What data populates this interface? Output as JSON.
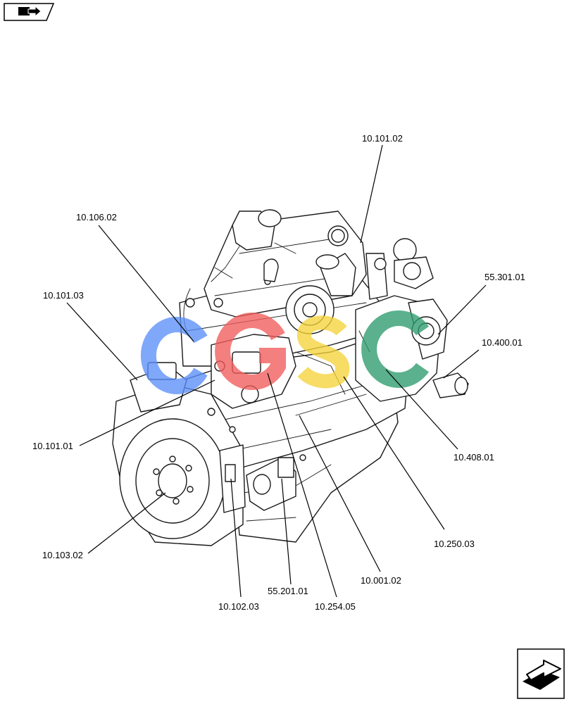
{
  "nav": {
    "top_icon": "book-arrow-icon",
    "bottom_icon": "next-page-arrow-icon"
  },
  "watermark": {
    "letters": [
      "C",
      "G",
      "S",
      "C"
    ],
    "colors": [
      "#5b8ff9",
      "#f25c5c",
      "#f5d33a",
      "#2e9c6e"
    ]
  },
  "callouts": [
    {
      "id": "c1",
      "label": "10.101.02"
    },
    {
      "id": "c2",
      "label": "10.106.02"
    },
    {
      "id": "c3",
      "label": "10.101.03"
    },
    {
      "id": "c4",
      "label": "55.301.01"
    },
    {
      "id": "c5",
      "label": "10.400.01"
    },
    {
      "id": "c6",
      "label": "10.101.01"
    },
    {
      "id": "c7",
      "label": "10.408.01"
    },
    {
      "id": "c8",
      "label": "10.250.03"
    },
    {
      "id": "c9",
      "label": "10.103.02"
    },
    {
      "id": "c10",
      "label": "10.001.02"
    },
    {
      "id": "c11",
      "label": "55.201.01"
    },
    {
      "id": "c12",
      "label": "10.102.03"
    },
    {
      "id": "c13",
      "label": "10.254.05"
    }
  ]
}
